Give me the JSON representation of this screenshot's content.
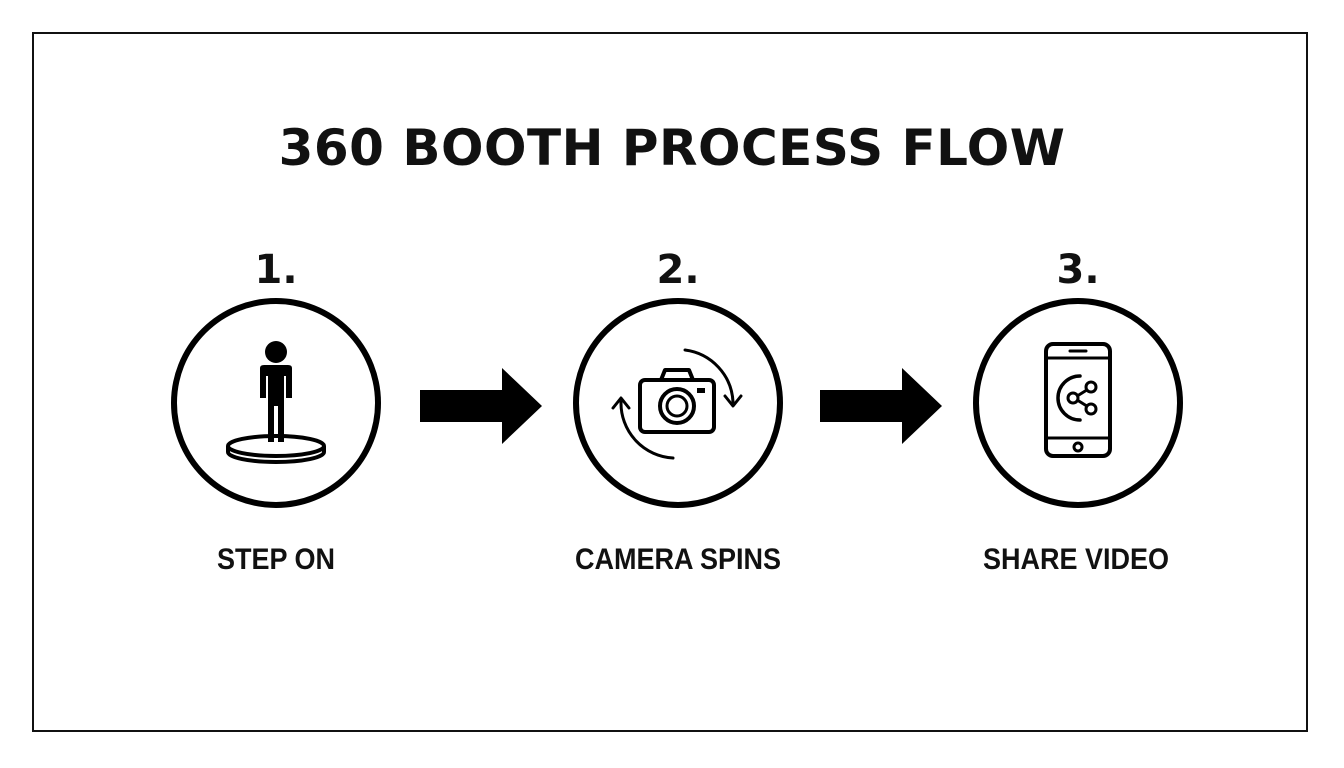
{
  "title": "360 BOOTH PROCESS FLOW",
  "steps": [
    {
      "number": "1.",
      "label": "STEP ON",
      "icon": "person-on-turntable-icon"
    },
    {
      "number": "2.",
      "label": "CAMERA SPINS",
      "icon": "rotating-camera-icon"
    },
    {
      "number": "3.",
      "label": "SHARE VIDEO",
      "icon": "phone-share-icon"
    }
  ],
  "colors": {
    "ink": "#000000",
    "background": "#ffffff"
  }
}
